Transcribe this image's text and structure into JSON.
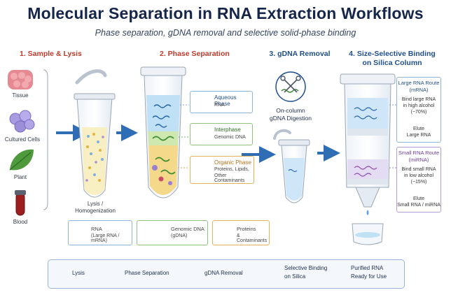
{
  "header": {
    "title": "Molecular Separation in RNA Extraction Workflows",
    "subtitle": "Phase separation, gDNA removal and selective solid-phase binding"
  },
  "steps": {
    "s1": "1. Sample & Lysis",
    "s2": "2. Phase Separation",
    "s3": "3. gDNA Removal",
    "s4a": "4. Size-Selective Binding",
    "s4b": "on Silica Column"
  },
  "samples": [
    "Tissue",
    "Cultured Cells",
    "Plant",
    "Blood"
  ],
  "lysis_label": [
    "Lysis /",
    "Homogenization"
  ],
  "phases": {
    "aqueous": {
      "title": "Aqueous Phase",
      "sub": "RNA"
    },
    "interphase": {
      "title": "Interphase",
      "sub": "Genomic DNA"
    },
    "organic": {
      "title": "Organic Phase",
      "sub1": "Proteins, Lipids,",
      "sub2": "Other Contaminants"
    }
  },
  "gdna": {
    "l1": "On-column",
    "l2": "gDNA Digestion"
  },
  "routes": {
    "large": {
      "t1": "Large RNA Route",
      "t2": "(mRNA)",
      "b1": "Bind large RNA",
      "b2": "in high alcohol",
      "b3": "(~70%)",
      "e1": "Elute",
      "e2": "Large RNA"
    },
    "small": {
      "t1": "Small RNA Route",
      "t2": "(miRNA)",
      "b1": "Bind small RNA",
      "b2": "in low alcohol",
      "b3": "(~15%)",
      "e1": "Elute",
      "e2": "Small RNA / miRNA"
    }
  },
  "legend": {
    "rna1": "RNA",
    "rna2": "(Large RNA / mRNA)",
    "dna1": "Genomic DNA",
    "dna2": "(gDNA)",
    "prot1": "Proteins",
    "prot2": "& Contaminants"
  },
  "flow": {
    "lysis": "Lysis",
    "phase": "Phase Separation",
    "gdna": "gDNA Removal",
    "bind1": "Selective Binding",
    "bind2": "on Silica",
    "pure1": "Purified RNA",
    "pure2": "Ready for Use"
  },
  "colors": {
    "title": "#16264a",
    "step": "#c0392b",
    "aqueous": "#bfe0f5",
    "organic": "#f5d98a",
    "interphase": "#cfe8b0",
    "arrow": "#2f6db5"
  }
}
